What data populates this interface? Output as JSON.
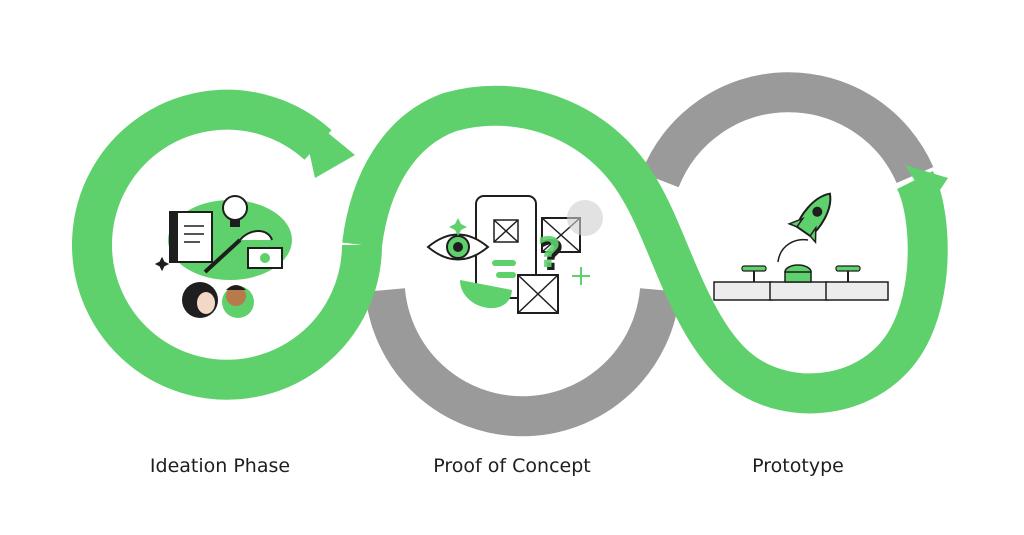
{
  "colors": {
    "accent_green": "#5fd16c",
    "loop_gray": "#9a9a9a",
    "ink": "#1e1e1e",
    "background": "#ffffff"
  },
  "stages": [
    {
      "label": "Ideation Phase",
      "icon": "ideation-illustration-icon",
      "ring_color": "green"
    },
    {
      "label": "Proof of Concept",
      "icon": "wireframe-phone-illustration-icon",
      "ring_color": "green-gray"
    },
    {
      "label": "Prototype",
      "icon": "rocket-launch-illustration-icon",
      "ring_color": "gray-green"
    }
  ]
}
